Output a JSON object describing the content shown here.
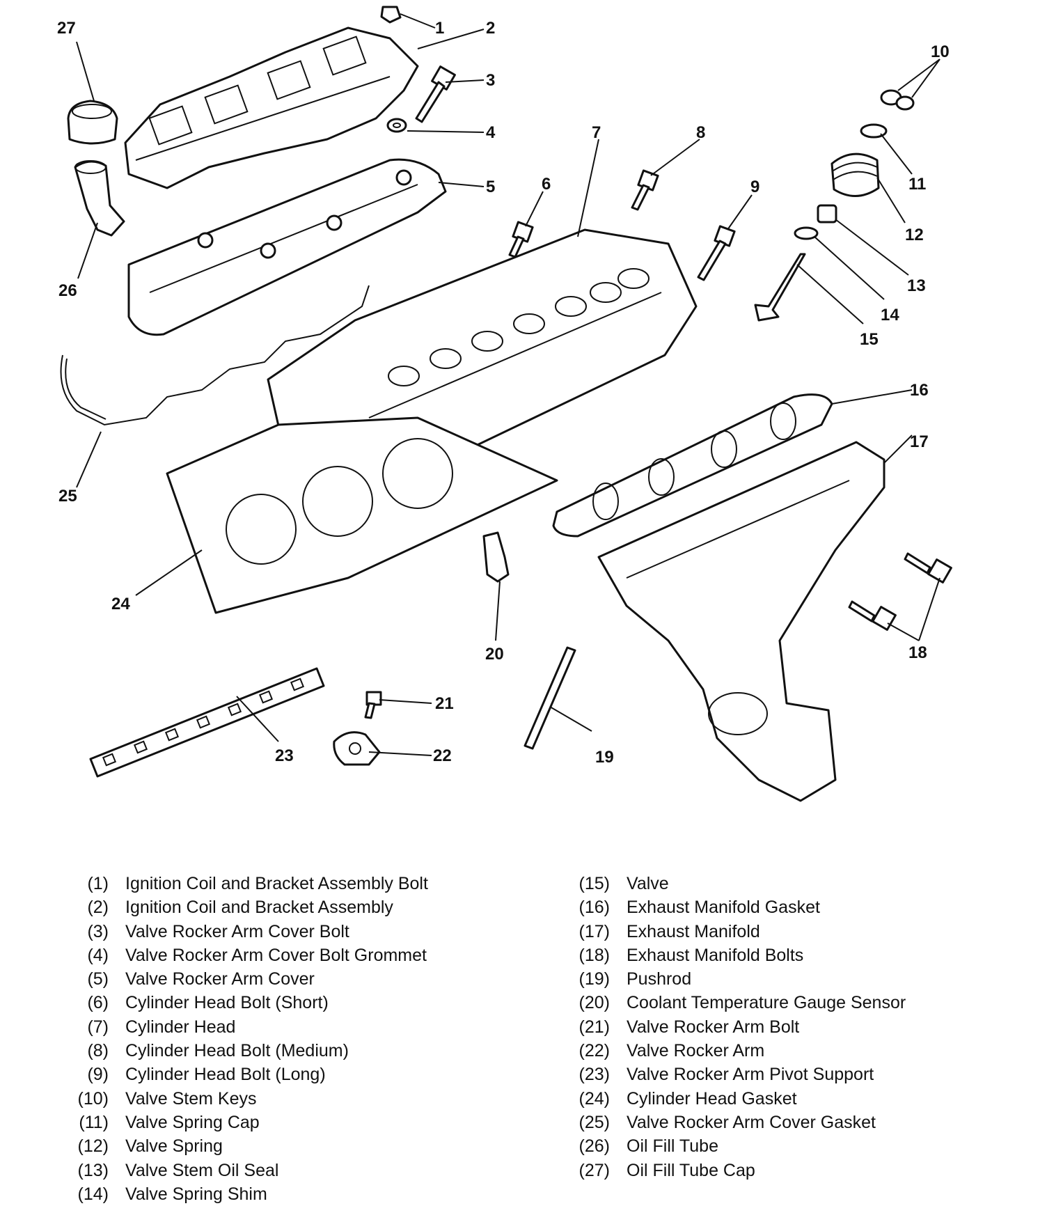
{
  "diagram": {
    "callouts": [
      "1",
      "2",
      "3",
      "4",
      "5",
      "6",
      "7",
      "8",
      "9",
      "10",
      "11",
      "12",
      "13",
      "14",
      "15",
      "16",
      "17",
      "18",
      "19",
      "20",
      "21",
      "22",
      "23",
      "24",
      "25",
      "26",
      "27"
    ]
  },
  "legend": {
    "left": [
      {
        "num": "(1)",
        "name": "Ignition Coil and Bracket Assembly Bolt"
      },
      {
        "num": "(2)",
        "name": "Ignition Coil and Bracket Assembly"
      },
      {
        "num": "(3)",
        "name": "Valve Rocker Arm Cover Bolt"
      },
      {
        "num": "(4)",
        "name": "Valve Rocker Arm Cover Bolt Grommet"
      },
      {
        "num": "(5)",
        "name": "Valve Rocker Arm Cover"
      },
      {
        "num": "(6)",
        "name": "Cylinder Head Bolt (Short)"
      },
      {
        "num": "(7)",
        "name": "Cylinder Head"
      },
      {
        "num": "(8)",
        "name": "Cylinder Head Bolt (Medium)"
      },
      {
        "num": "(9)",
        "name": "Cylinder Head Bolt (Long)"
      },
      {
        "num": "(10)",
        "name": "Valve Stem Keys"
      },
      {
        "num": "(11)",
        "name": "Valve Spring Cap"
      },
      {
        "num": "(12)",
        "name": "Valve Spring"
      },
      {
        "num": "(13)",
        "name": "Valve Stem Oil Seal"
      },
      {
        "num": "(14)",
        "name": "Valve Spring Shim"
      }
    ],
    "right": [
      {
        "num": "(15)",
        "name": "Valve"
      },
      {
        "num": "(16)",
        "name": "Exhaust Manifold Gasket"
      },
      {
        "num": "(17)",
        "name": "Exhaust Manifold"
      },
      {
        "num": "(18)",
        "name": "Exhaust Manifold Bolts"
      },
      {
        "num": "(19)",
        "name": "Pushrod"
      },
      {
        "num": "(20)",
        "name": "Coolant Temperature Gauge Sensor"
      },
      {
        "num": "(21)",
        "name": "Valve Rocker Arm Bolt"
      },
      {
        "num": "(22)",
        "name": "Valve Rocker Arm"
      },
      {
        "num": "(23)",
        "name": "Valve Rocker Arm Pivot Support"
      },
      {
        "num": "(24)",
        "name": "Cylinder Head Gasket"
      },
      {
        "num": "(25)",
        "name": "Valve Rocker Arm Cover Gasket"
      },
      {
        "num": "(26)",
        "name": "Oil Fill Tube"
      },
      {
        "num": "(27)",
        "name": "Oil Fill Tube Cap"
      }
    ]
  }
}
